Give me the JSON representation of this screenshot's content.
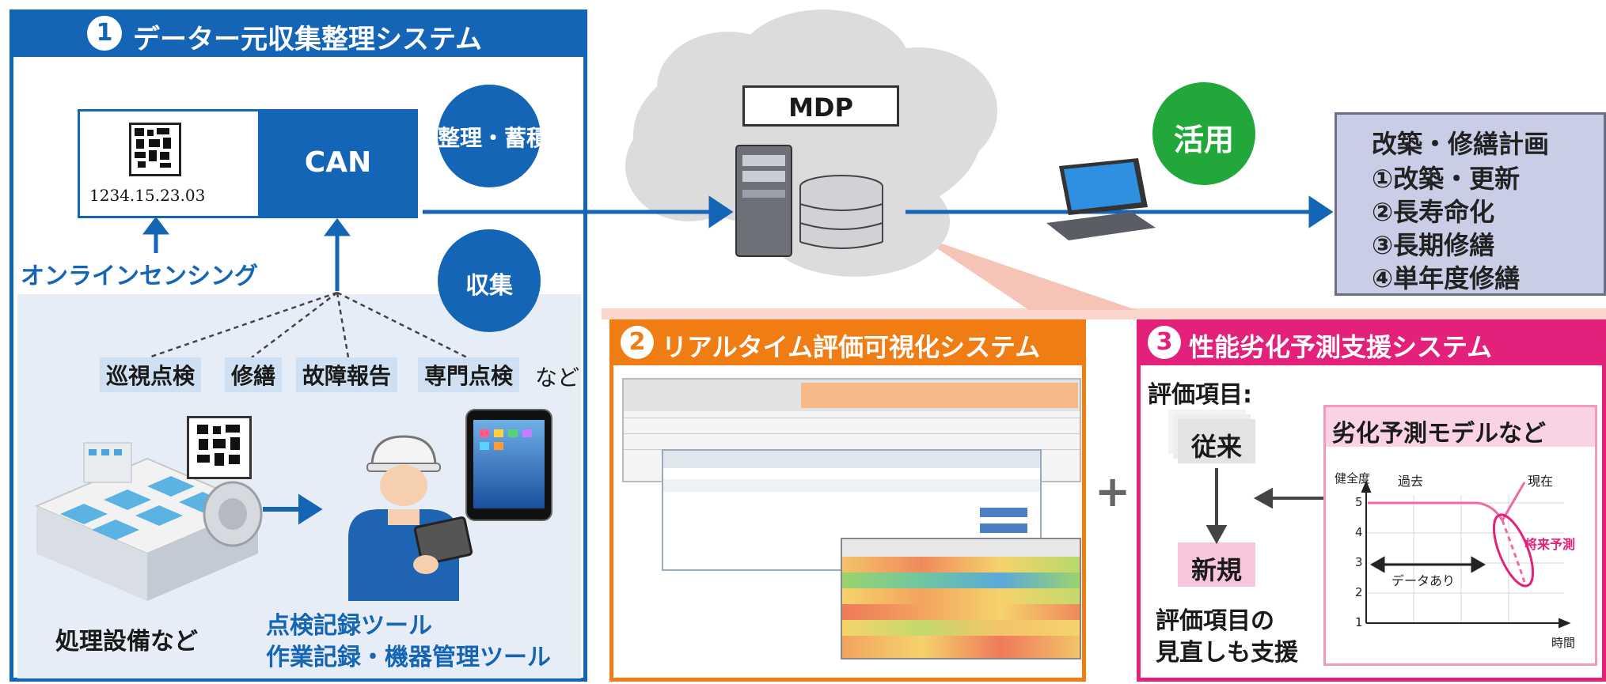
{
  "section1": {
    "number": "1",
    "title": "データー元収集整理システム",
    "device_code": "1234.15.23.03",
    "can_label": "CAN",
    "circle_organize": "整理・蓄積",
    "circle_collect": "収集",
    "online_sensing": "オンラインセンシング",
    "tags": [
      "巡視点検",
      "修繕",
      "故障報告",
      "専門点検"
    ],
    "tags_suffix": "など",
    "facility_label": "処理設備など",
    "tool_label_1": "点検記録ツール",
    "tool_label_2": "作業記録・機器管理ツール"
  },
  "cloud": {
    "mdp_label": "MDP"
  },
  "utilize": {
    "circle_label": "活用"
  },
  "plan": {
    "title": "改築・修繕計画",
    "items": [
      "①改築・更新",
      "②長寿命化",
      "③長期修繕",
      "④単年度修繕"
    ]
  },
  "section2": {
    "number": "2",
    "title": "リアルタイム評価可視化システム"
  },
  "plus_sign": "+",
  "section3": {
    "number": "3",
    "title": "性能劣化予測支援システム",
    "eval_items_label": "評価項目:",
    "old_label": "従来",
    "new_label": "新規",
    "review_line1": "評価項目の",
    "review_line2": "見直しも支援",
    "model_label": "劣化予測モデルなど",
    "chart": {
      "ylabel": "健全度",
      "xlabel": "時間",
      "y_ticks": [
        "1",
        "2",
        "3",
        "4",
        "5"
      ],
      "past_label": "過去",
      "now_label": "現在",
      "forecast_label": "将来予測",
      "data_label": "データあり"
    }
  },
  "colors": {
    "blue": "#1565b6",
    "orange": "#ef7d14",
    "magenta": "#e3217a",
    "green": "#22a83a",
    "plan_bg": "#c9cde6"
  }
}
